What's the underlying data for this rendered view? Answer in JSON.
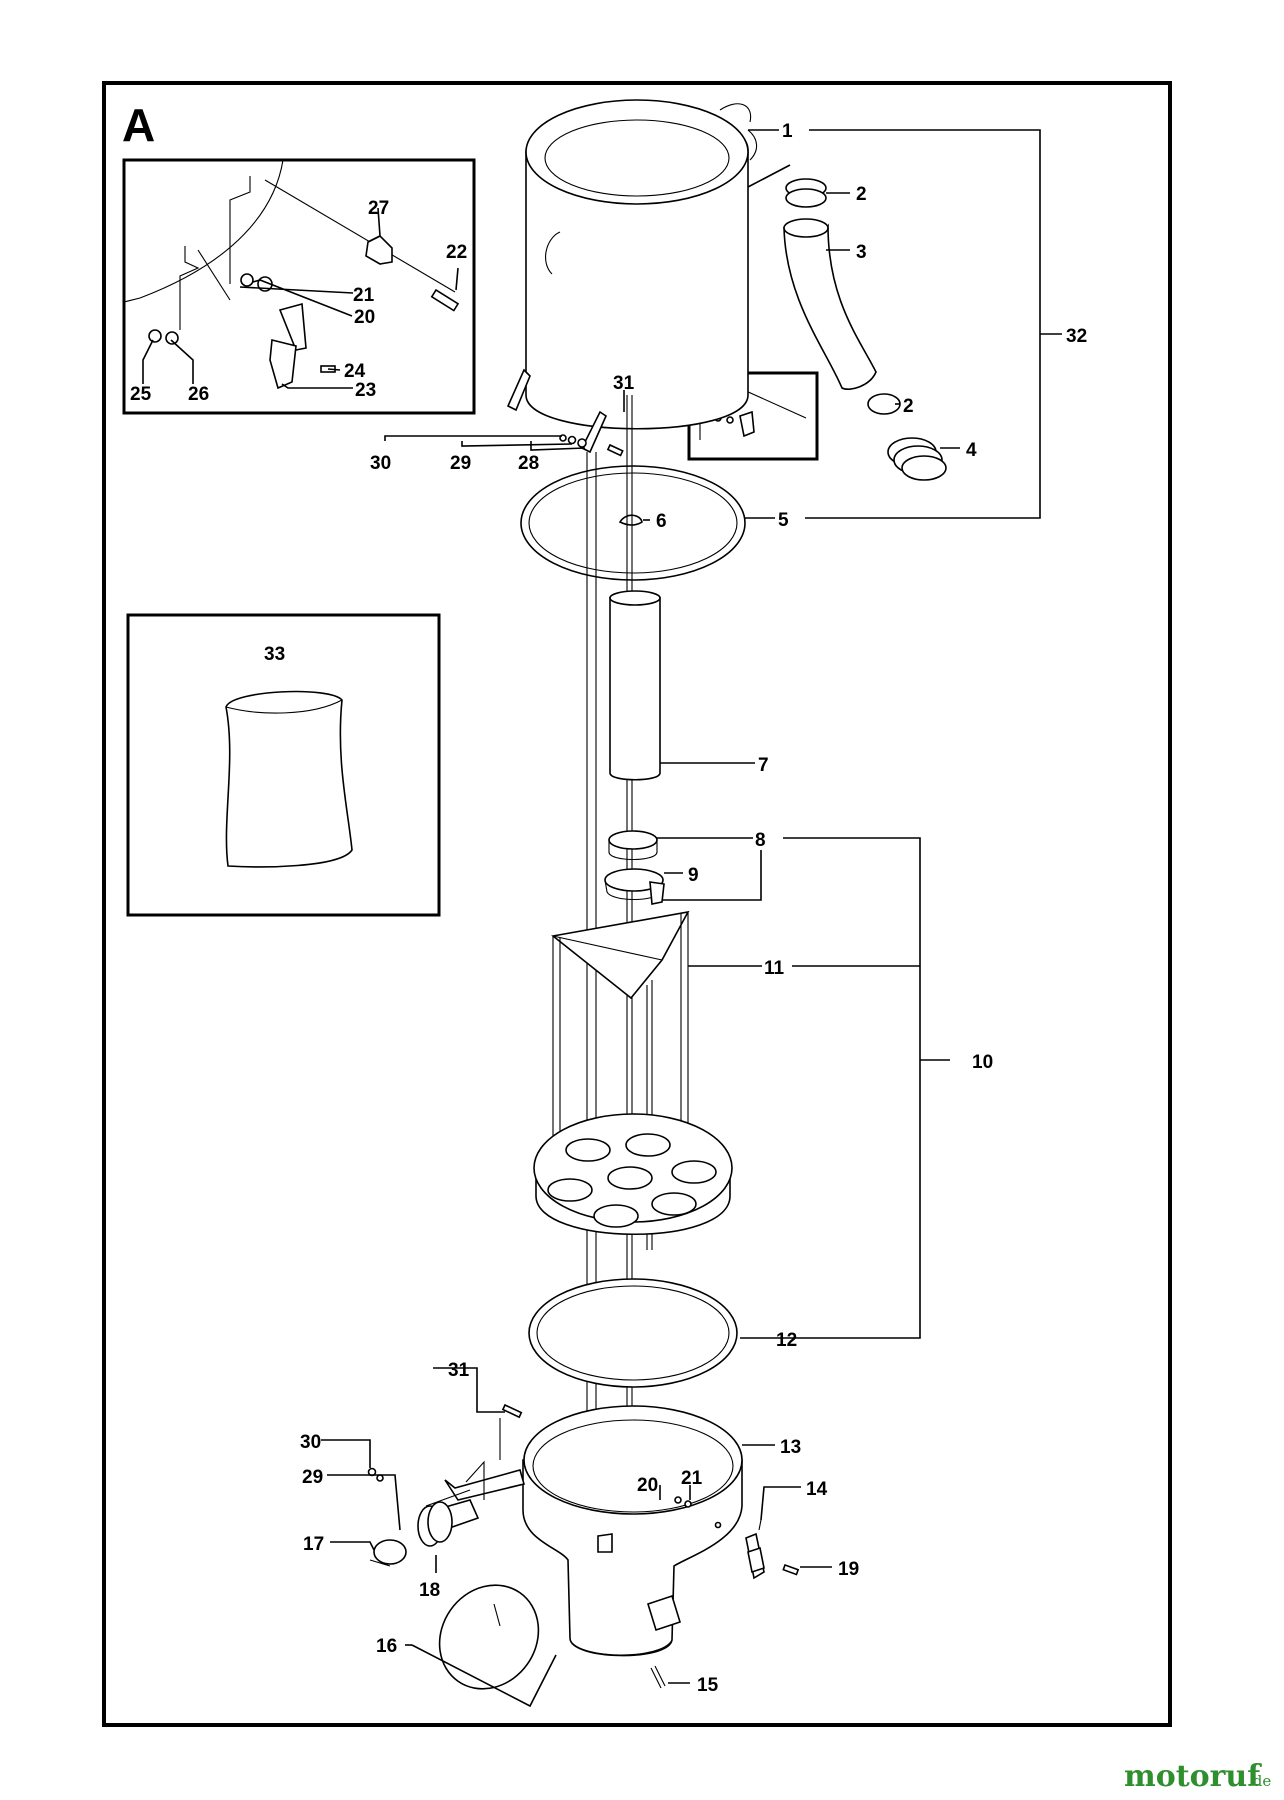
{
  "diagram": {
    "section_letter": "A",
    "callouts": {
      "c1": "1",
      "c2a": "2",
      "c2b": "2",
      "c3": "3",
      "c4": "4",
      "c5": "5",
      "c6": "6",
      "c7": "7",
      "c8": "8",
      "c9": "9",
      "c10": "10",
      "c11": "11",
      "c12": "12",
      "c13": "13",
      "c14": "14",
      "c15": "15",
      "c16": "16",
      "c17": "17",
      "c18": "18",
      "c19": "19",
      "c20a": "20",
      "c20b": "20",
      "c21a": "21",
      "c21b": "21",
      "c22": "22",
      "c23": "23",
      "c24": "24",
      "c25": "25",
      "c26": "26",
      "c27": "27",
      "c28": "28",
      "c29a": "29",
      "c29b": "29",
      "c30a": "30",
      "c30b": "30",
      "c31a": "31",
      "c31b": "31",
      "c32": "32",
      "c33": "33"
    }
  },
  "watermark": {
    "brand": "motoruf",
    "tld": ".de",
    "color": "#2f8f2f"
  }
}
